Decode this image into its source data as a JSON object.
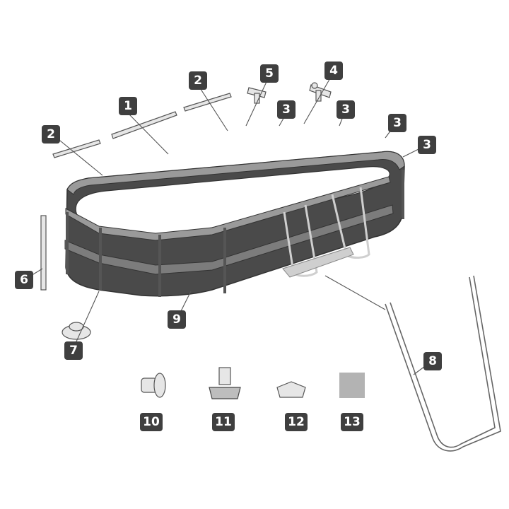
{
  "callouts": [
    {
      "id": "c1",
      "label": "1"
    },
    {
      "id": "c2a",
      "label": "2"
    },
    {
      "id": "c2b",
      "label": "2"
    },
    {
      "id": "c3a",
      "label": "3"
    },
    {
      "id": "c3b",
      "label": "3"
    },
    {
      "id": "c3c",
      "label": "3"
    },
    {
      "id": "c3d",
      "label": "3"
    },
    {
      "id": "c4",
      "label": "4"
    },
    {
      "id": "c5",
      "label": "5"
    },
    {
      "id": "c6",
      "label": "6"
    },
    {
      "id": "c7",
      "label": "7"
    },
    {
      "id": "c8",
      "label": "8"
    },
    {
      "id": "c9",
      "label": "9"
    },
    {
      "id": "c10",
      "label": "10"
    },
    {
      "id": "c11",
      "label": "11"
    },
    {
      "id": "c12",
      "label": "12"
    },
    {
      "id": "c13",
      "label": "13"
    }
  ],
  "colors": {
    "badge": "#3f3f3f",
    "pool_wall": "#4a4a4a",
    "pool_rim": "#9a9a9a",
    "filter_pad": "#b3b3b3"
  }
}
